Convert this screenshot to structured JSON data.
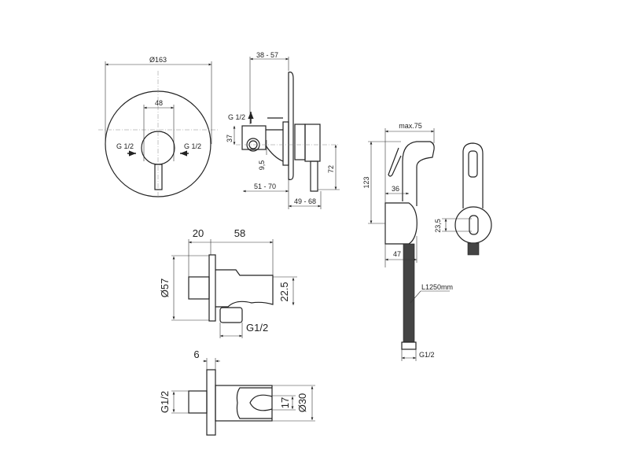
{
  "front_view": {
    "diameter": "Ø163",
    "spacing": "48",
    "inlet_left": "G 1/2",
    "inlet_right": "G 1/2"
  },
  "side_view": {
    "depth_range": "38 - 57",
    "outlet": "G 1/2",
    "height_37": "37",
    "offset": "9,5",
    "body_depth": "51 - 70",
    "handle_height": "72",
    "handle_depth": "49 - 68"
  },
  "hand_shower": {
    "max_width": "max.75",
    "height": "123",
    "offset_36": "36",
    "holder_width": "47",
    "hose_length": "L1250mm",
    "thread": "G1/2",
    "mount_spacing": "23,5"
  },
  "wall_outlet_side": {
    "plate": "20",
    "length": "58",
    "diameter": "Ø57",
    "height": "22.5",
    "thread": "G1/2"
  },
  "wall_outlet_top": {
    "plate": "6",
    "thread": "G1/2",
    "slot": "17",
    "diameter": "Ø30"
  }
}
